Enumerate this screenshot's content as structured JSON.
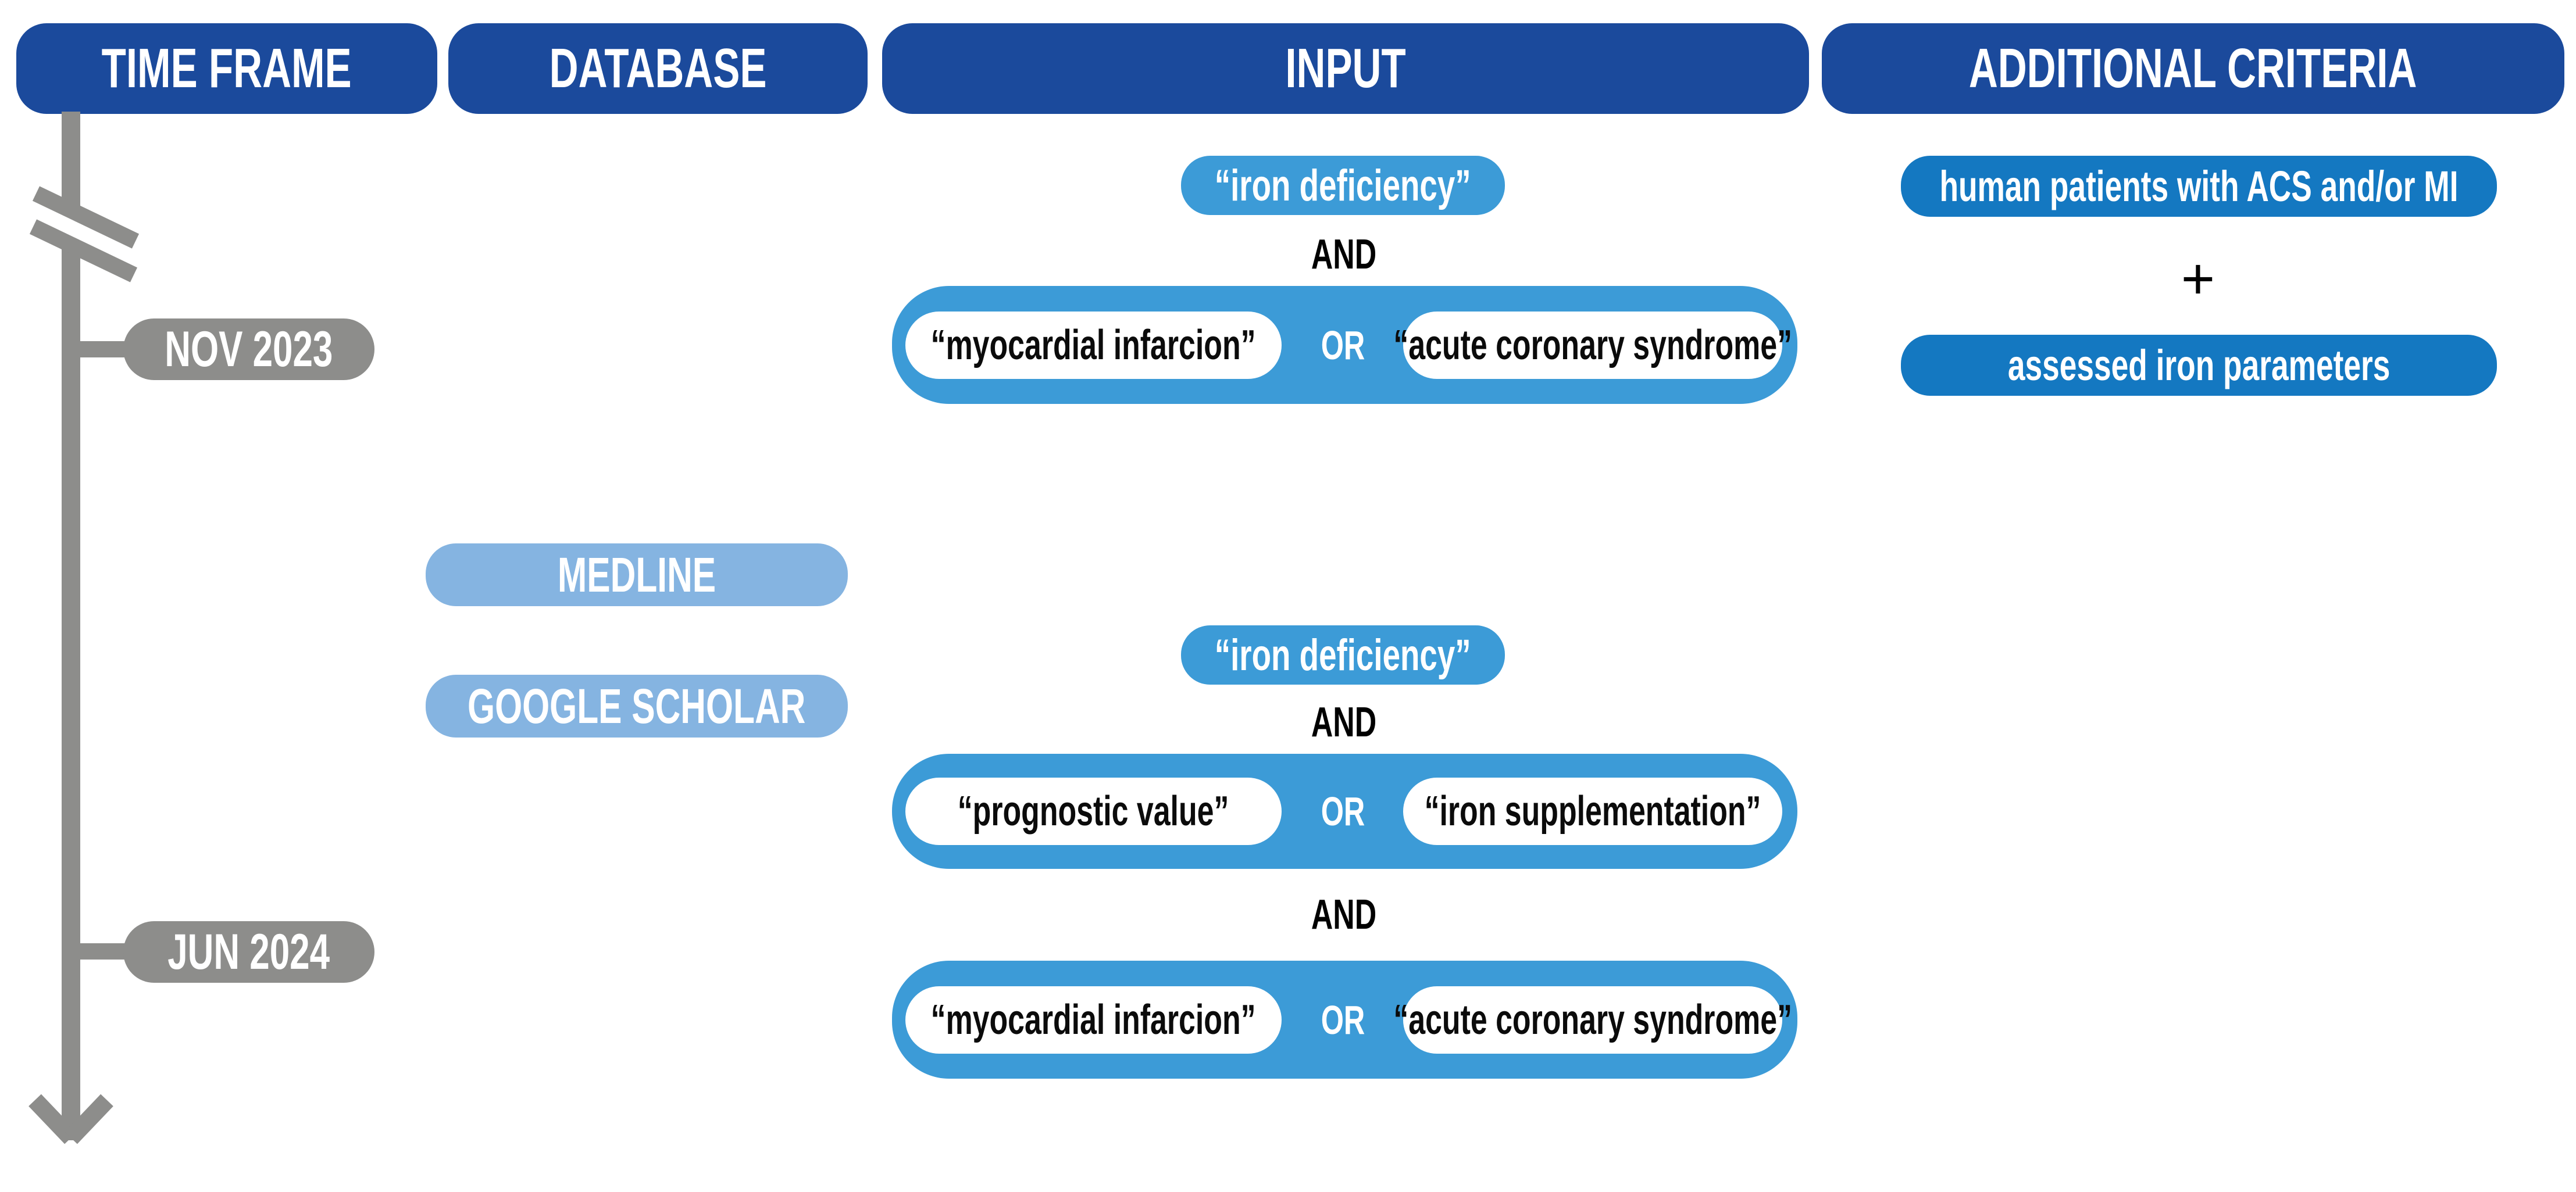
{
  "title": "Literature search strategy diagram",
  "colors": {
    "header_navy": "#1b4a9c",
    "search_blue": "#3c9bd7",
    "criteria_blue": "#1478c1",
    "database_light_blue": "#85b4e1",
    "timeline_gray": "#8d8d8b",
    "pill_white": "#ffffff",
    "text_black": "#000000"
  },
  "header": {
    "columns": [
      {
        "label": "TIME FRAME"
      },
      {
        "label": "DATABASE"
      },
      {
        "label": "INPUT"
      },
      {
        "label": "ADDITIONAL CRITERIA"
      }
    ]
  },
  "timeline": {
    "events": [
      {
        "label": "NOV 2023"
      },
      {
        "label": "JUN 2024"
      }
    ]
  },
  "databases": [
    {
      "label": "MEDLINE"
    },
    {
      "label": "GOOGLE SCHOLAR"
    }
  ],
  "input": {
    "groups": [
      {
        "term": "“iron deficiency”",
        "and": "AND",
        "clauses": [
          {
            "left": "“myocardial infarcion”",
            "op": "OR",
            "right": "“acute coronary syndrome”"
          }
        ]
      },
      {
        "term": "“iron deficiency”",
        "and": "AND",
        "and_between": "AND",
        "clauses": [
          {
            "left": "“prognostic value”",
            "op": "OR",
            "right": "“iron supplementation”"
          },
          {
            "left": "“myocardial infarcion”",
            "op": "OR",
            "right": "“acute coronary syndrome”"
          }
        ]
      }
    ]
  },
  "additional_criteria": {
    "items": [
      {
        "label": "human patients with ACS and/or MI"
      },
      {
        "label": "assessed iron parameters"
      }
    ],
    "joiner": "+"
  }
}
